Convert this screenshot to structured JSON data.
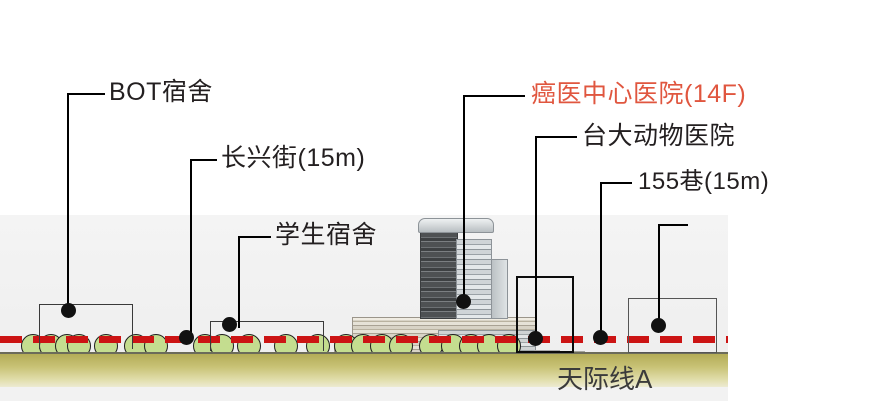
{
  "diagram": {
    "title_bottom": "天际线A",
    "skyline_line_color": "#cc1414",
    "highlight_color": "#e0563f",
    "text_color": "#231f20",
    "ground_color": "#b3ac57",
    "panel_color": "#f2f2f2"
  },
  "callouts": [
    {
      "id": "bot-dorm",
      "label": "BOT宿舍",
      "highlight": false
    },
    {
      "id": "changxing-street",
      "label": "长兴街(15m)",
      "highlight": false
    },
    {
      "id": "student-dorm",
      "label": "学生宿舍",
      "highlight": false
    },
    {
      "id": "cancer-hospital",
      "label": "癌医中心医院(14F)",
      "highlight": true
    },
    {
      "id": "ntu-animal-hosp",
      "label": "台大动物医院",
      "highlight": false
    },
    {
      "id": "lane-155",
      "label": "155巷(15m)",
      "highlight": false
    }
  ]
}
